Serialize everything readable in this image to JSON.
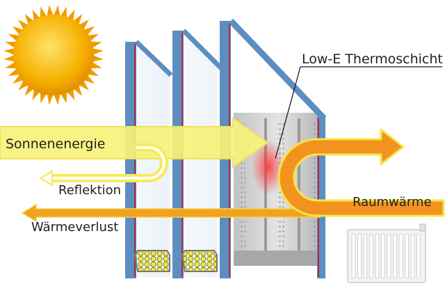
{
  "labels": {
    "low_e": "Low-E Thermoschicht",
    "solar_energy": "Sonnenenergie",
    "reflection": "Reflektion",
    "heat_loss": "Wärmeverlust",
    "room_heat": "Raumwärme"
  },
  "colors": {
    "sun": "#f7b500",
    "sun_ray": "#f29b00",
    "solar_arrow": "#f8f06a",
    "heat_arrow": "#f39a1f",
    "glass_edge": "#5a8fc2",
    "coating": "#cc1111",
    "spacer": "#b8b8b8",
    "desiccant": "#e7e34b"
  }
}
